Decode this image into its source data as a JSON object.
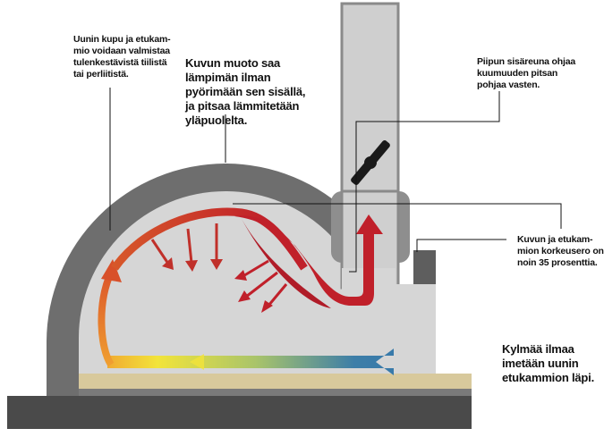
{
  "annotations": {
    "dome_material": "Uunin kupu ja etukam-\nmio voidaan valmistaa\ntulenkestävistä tiilistä\ntai perliitistä.",
    "dome_shape": "Kuvun muoto saa\nlämpimän ilman\npyörimään sen sisällä,\nja pitsaa lämmitetään\nyläpuolelta.",
    "chimney_edge": "Piipun sisäreuna ohjaa\nkuumuuden pitsan\npohjaa vasten.",
    "height_difference": "Kuvun ja etukam-\nmion korkeusero on\nnoin 35 prosenttia.",
    "cold_air": "Kylmää ilmaa\nimetään uunin\netukammion läpi."
  },
  "colors": {
    "hot": "#c0202a",
    "warm": "#e8782a",
    "mid": "#f2e43a",
    "cold": "#2a6fb0",
    "dome": "#6e6e6e",
    "interior": "#d6d6d6",
    "floor": "#d8c99c",
    "base": "#4a4a4a"
  }
}
